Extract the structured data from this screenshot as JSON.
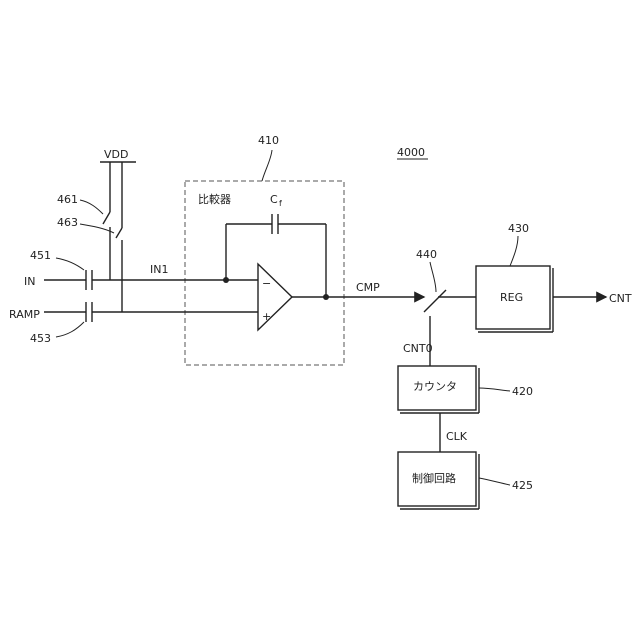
{
  "labels": {
    "figure_number": "4000",
    "comparator_ref": "410",
    "comparator_name": "比較器",
    "capacitor_label": "C",
    "capacitor_subscript": "f",
    "vdd": "VDD",
    "ref_461": "461",
    "ref_463": "463",
    "ref_451": "451",
    "ref_453": "453",
    "in": "IN",
    "ramp": "RAMP",
    "in1": "IN1",
    "minus": "−",
    "plus": "+",
    "cmp": "CMP",
    "switch_ref": "440",
    "reg_ref": "430",
    "reg": "REG",
    "cnt": "CNT",
    "cnt0": "CNT0",
    "counter_name": "カウンタ",
    "counter_ref": "420",
    "clk": "CLK",
    "control_name": "制御回路",
    "control_ref": "425"
  }
}
